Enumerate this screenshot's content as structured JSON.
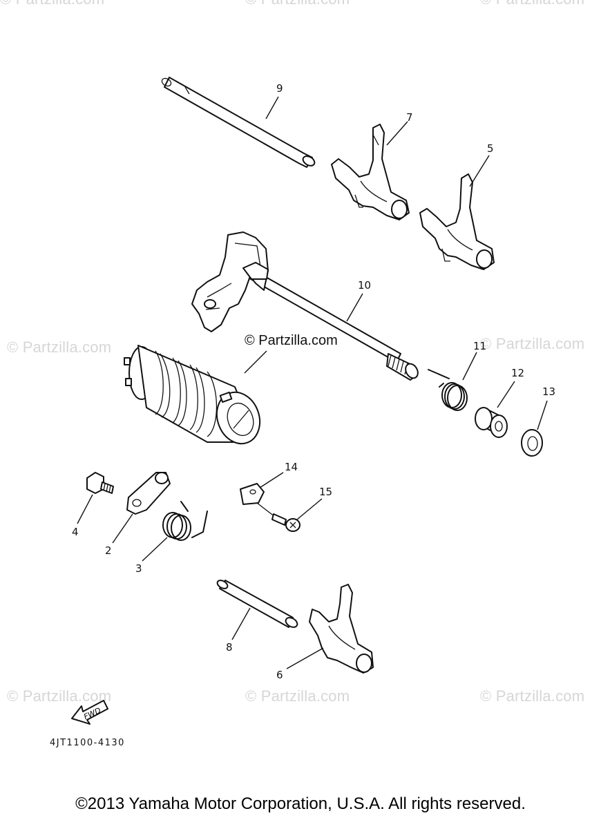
{
  "watermarks": {
    "text": "© Partzilla.com",
    "center_text": "© Partzilla.com",
    "top_partial": "© Partzilla.com"
  },
  "callouts": {
    "p2": "2",
    "p3": "3",
    "p4": "4",
    "p5": "5",
    "p6": "6",
    "p7": "7",
    "p8": "8",
    "p9": "9",
    "p10": "10",
    "p11": "11",
    "p12": "12",
    "p13": "13",
    "p14": "14",
    "p15": "15"
  },
  "fwd_label": "FWD",
  "diagram_code": "4JT1100-4130",
  "copyright": "©2013 Yamaha Motor Corporation, U.S.A. All rights reserved."
}
